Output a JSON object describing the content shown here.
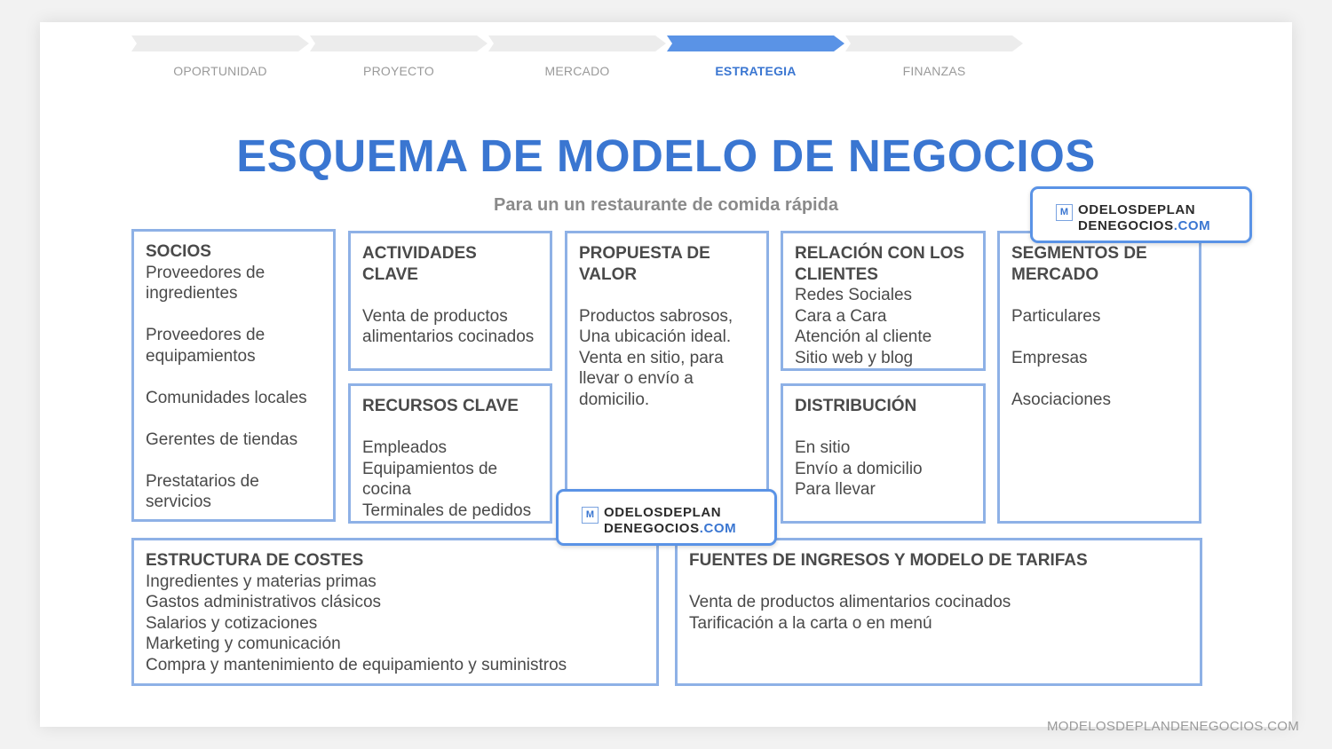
{
  "steps": [
    {
      "label": "OPORTUNIDAD",
      "active": false
    },
    {
      "label": "PROYECTO",
      "active": false
    },
    {
      "label": "MERCADO",
      "active": false
    },
    {
      "label": "ESTRATEGIA",
      "active": true
    },
    {
      "label": "FINANZAS",
      "active": false
    }
  ],
  "title": "ESQUEMA DE MODELO DE NEGOCIOS",
  "subtitle": "Para un un restaurante de comida rápida",
  "socios": {
    "heading": "SOCIOS",
    "items": [
      "Proveedores de ingredientes",
      "Proveedores de equipamientos",
      "Comunidades locales",
      "Gerentes de tiendas",
      "Prestatarios de servicios"
    ]
  },
  "actividades": {
    "heading1": "ACTIVIDADES",
    "heading2": "CLAVE",
    "items": [
      "Venta de productos alimentarios cocinados"
    ]
  },
  "recursos": {
    "heading": "RECURSOS CLAVE",
    "items": [
      "Empleados",
      "Equipamientos de cocina",
      "Terminales de pedidos"
    ]
  },
  "propuesta": {
    "heading1": "PROPUESTA DE",
    "heading2": "VALOR",
    "text": "Productos sabrosos, Una ubicación ideal. Venta en sitio, para llevar o envío a domicilio."
  },
  "relacion": {
    "heading1": "RELACIÓN CON LOS",
    "heading2": "CLIENTES",
    "items": [
      "Redes Sociales",
      "Cara a Cara",
      "Atención al cliente",
      "Sitio web y blog"
    ]
  },
  "distribucion": {
    "heading": "DISTRIBUCIÓN",
    "items": [
      "En sitio",
      "Envío a domicilio",
      "Para llevar"
    ]
  },
  "segmentos": {
    "heading1": "SEGMENTOS DE",
    "heading2": "MERCADO",
    "items": [
      "Particulares",
      "Empresas",
      "Asociaciones"
    ]
  },
  "costes": {
    "heading": "ESTRUCTURA DE COSTES",
    "items": [
      "Ingredientes y materias primas",
      "Gastos administrativos clásicos",
      "Salarios y cotizaciones",
      "Marketing y comunicación",
      "Compra y mantenimiento de equipamiento y suministros"
    ]
  },
  "ingresos": {
    "heading": "FUENTES DE INGRESOS Y MODELO DE TARIFAS",
    "items": [
      "Venta de productos alimentarios cocinados",
      "Tarificación a la carta o en menú"
    ]
  },
  "watermark": {
    "m": "M",
    "line1": "ODELOSDEPLAN",
    "line2": "DENEGOCIOS",
    "com": ".COM"
  },
  "footer": "MODELOSDEPLANDENEGOCIOS.COM",
  "colors": {
    "accent": "#3a76d1",
    "box_border": "#8eb1e6",
    "active_step": "#5a93e6"
  }
}
